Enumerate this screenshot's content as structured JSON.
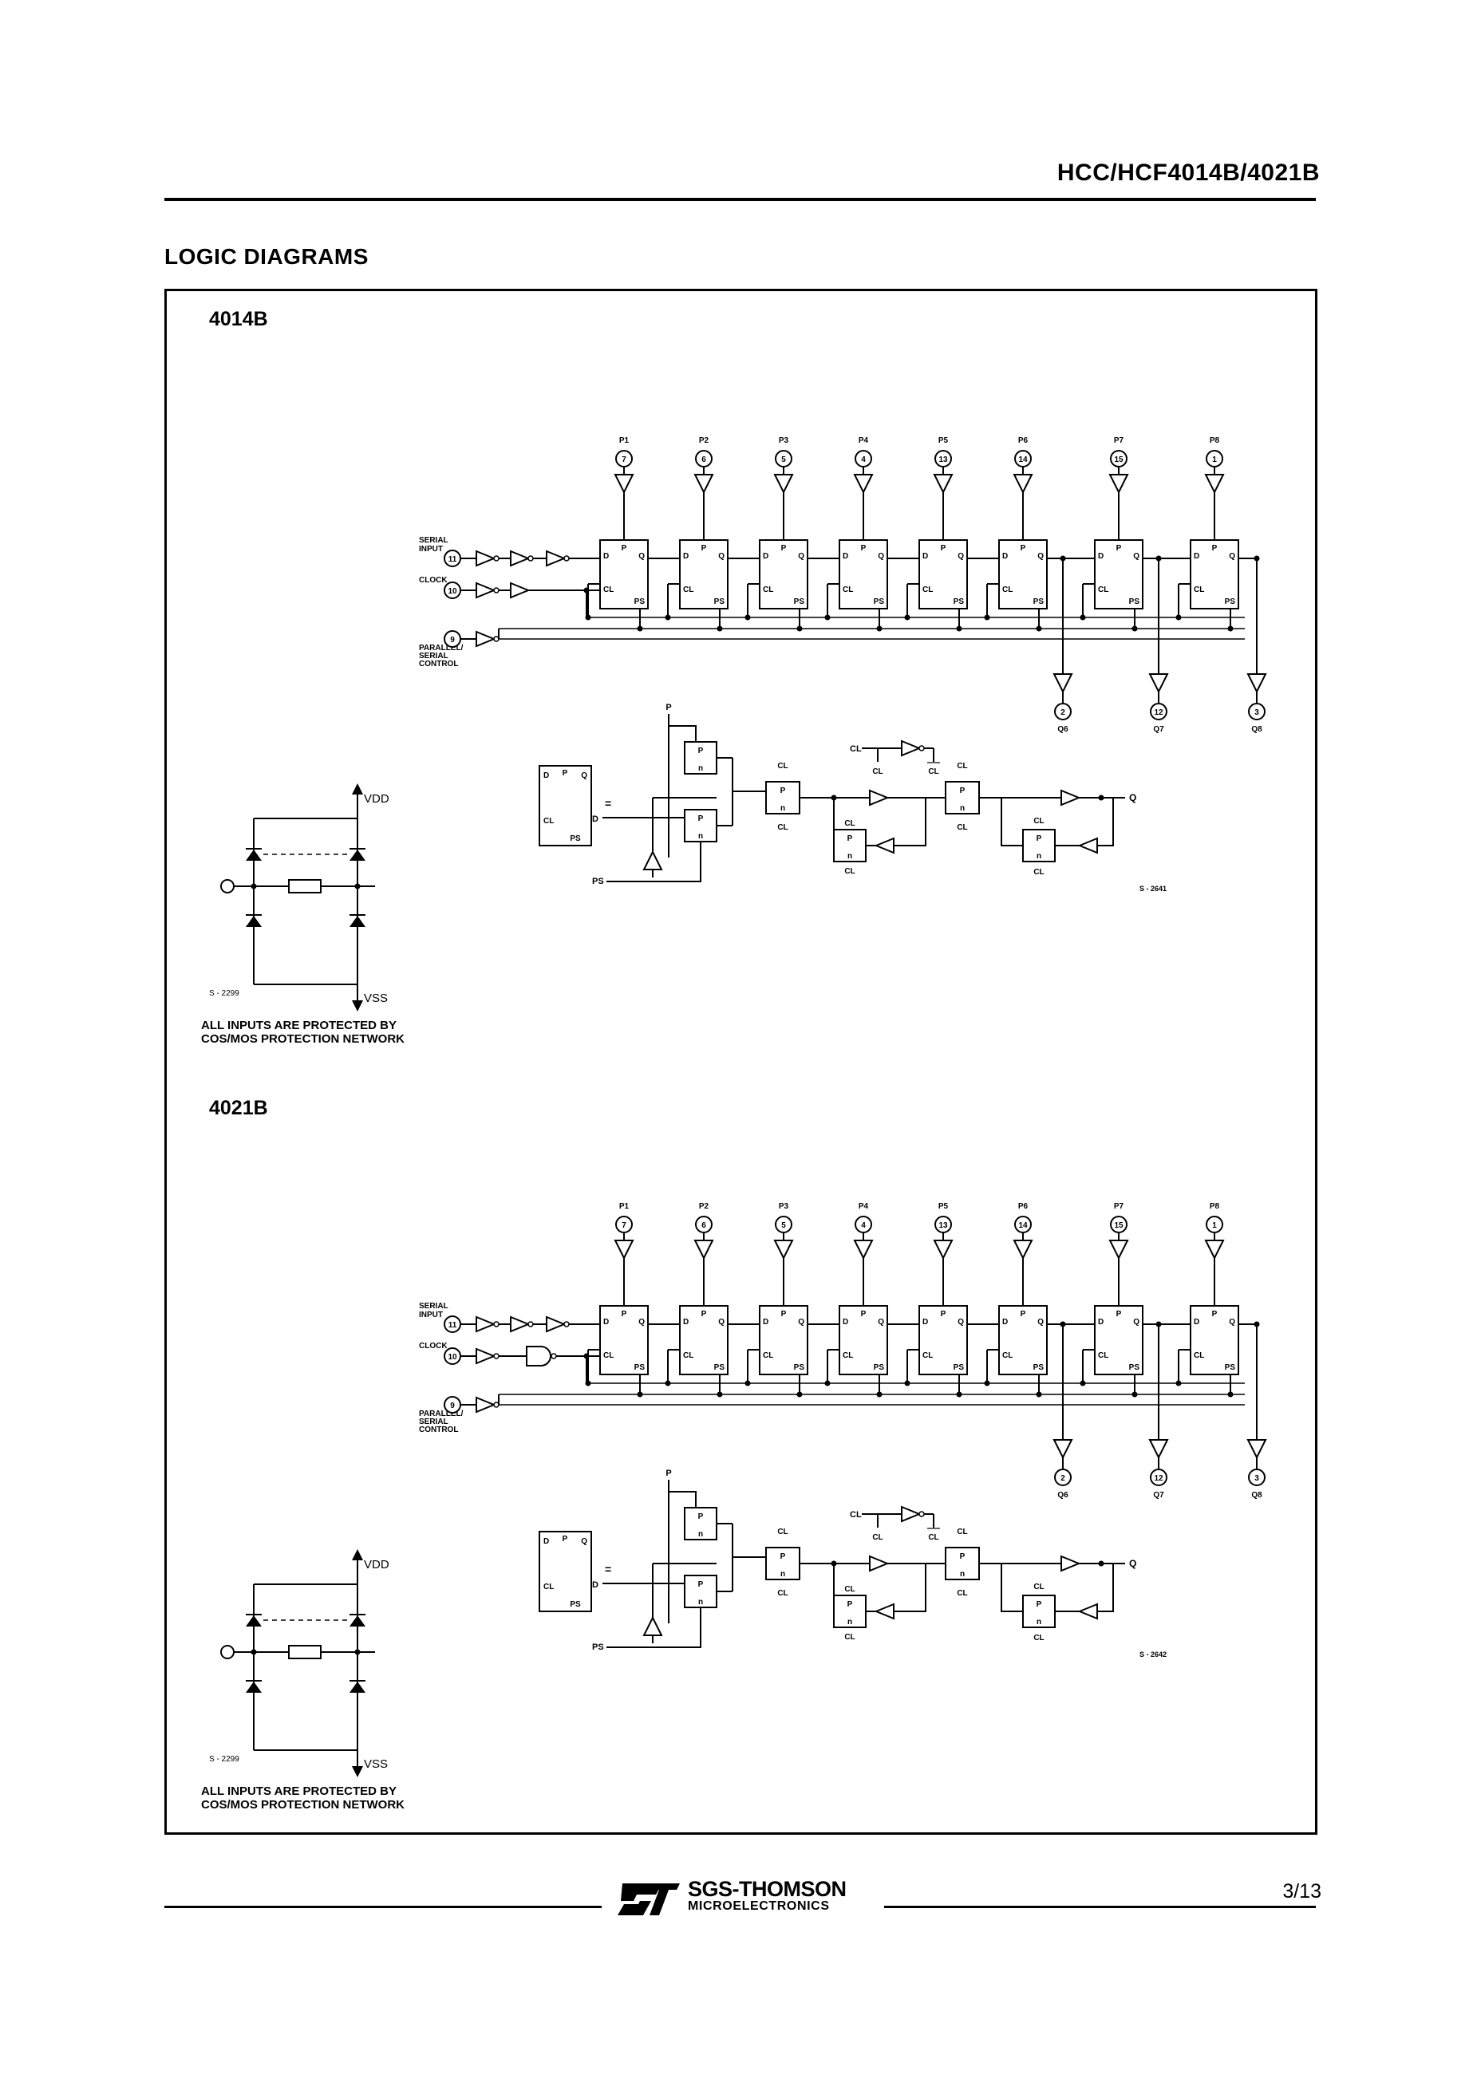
{
  "header": {
    "title": "HCC/HCF4014B/4021B"
  },
  "section": {
    "title": "LOGIC DIAGRAMS"
  },
  "diagrams": [
    {
      "label": "4014B",
      "serial_input_label": [
        "SERIAL",
        "INPUT"
      ],
      "clock_label": "CLOCK",
      "parallel_label": [
        "PARALLEL/",
        "SERIAL",
        "CONTROL"
      ],
      "serial_pin": "11",
      "clock_pin": "10",
      "parallel_pin": "9",
      "parallel_inputs": [
        {
          "name": "P1",
          "pin": "7"
        },
        {
          "name": "P2",
          "pin": "6"
        },
        {
          "name": "P3",
          "pin": "5"
        },
        {
          "name": "P4",
          "pin": "4"
        },
        {
          "name": "P5",
          "pin": "13"
        },
        {
          "name": "P6",
          "pin": "14"
        },
        {
          "name": "P7",
          "pin": "15"
        },
        {
          "name": "P8",
          "pin": "1"
        }
      ],
      "outputs": [
        {
          "name": "Q6",
          "pin": "2"
        },
        {
          "name": "Q7",
          "pin": "12"
        },
        {
          "name": "Q8",
          "pin": "3"
        }
      ],
      "ff_labels": {
        "d": "D",
        "p": "P",
        "q": "Q",
        "cl": "CL",
        "ps": "PS",
        "n": "n"
      },
      "detail_labels": {
        "p": "P",
        "d": "D",
        "ps": "PS",
        "cl": "CL",
        "cl_bar": "CL",
        "q": "Q",
        "equals": "="
      },
      "protection": {
        "vdd": "VDD",
        "vss": "VSS",
        "code": "S - 2299",
        "note": [
          "ALL INPUTS ARE PROTECTED BY",
          "COS/MOS PROTECTION NETWORK"
        ]
      },
      "drawing_code": "S - 2641"
    },
    {
      "label": "4021B",
      "serial_input_label": [
        "SERIAL",
        "INPUT"
      ],
      "clock_label": "CLOCK",
      "parallel_label": [
        "PARALLEL/",
        "SERIAL",
        "CONTROL"
      ],
      "serial_pin": "11",
      "clock_pin": "10",
      "parallel_pin": "9",
      "parallel_inputs": [
        {
          "name": "P1",
          "pin": "7"
        },
        {
          "name": "P2",
          "pin": "6"
        },
        {
          "name": "P3",
          "pin": "5"
        },
        {
          "name": "P4",
          "pin": "4"
        },
        {
          "name": "P5",
          "pin": "13"
        },
        {
          "name": "P6",
          "pin": "14"
        },
        {
          "name": "P7",
          "pin": "15"
        },
        {
          "name": "P8",
          "pin": "1"
        }
      ],
      "outputs": [
        {
          "name": "Q6",
          "pin": "2"
        },
        {
          "name": "Q7",
          "pin": "12"
        },
        {
          "name": "Q8",
          "pin": "3"
        }
      ],
      "ff_labels": {
        "d": "D",
        "p": "P",
        "q": "Q",
        "cl": "CL",
        "ps": "PS",
        "n": "n"
      },
      "detail_labels": {
        "p": "P",
        "d": "D",
        "ps": "PS",
        "cl": "CL",
        "cl_bar": "CL",
        "q": "Q",
        "equals": "="
      },
      "protection": {
        "vdd": "VDD",
        "vss": "VSS",
        "code": "S - 2299",
        "note": [
          "ALL INPUTS ARE PROTECTED BY",
          "COS/MOS PROTECTION NETWORK"
        ]
      },
      "drawing_code": "S - 2642"
    }
  ],
  "footer": {
    "brand": "SGS-THOMSON",
    "brand_sub": "MICROELECTRONICS",
    "page_number": "3/13"
  }
}
